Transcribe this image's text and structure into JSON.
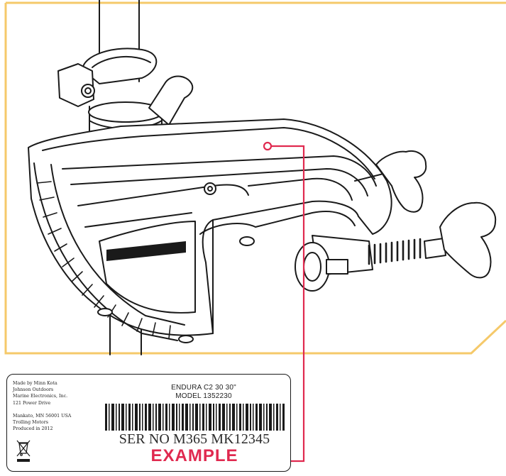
{
  "label": {
    "manufacturer_lines": "Made by Minn Kota\nJohnson Outdoors\nMarine Electronics, Inc.\n121 Power Drive\n\nMankato, MN 56001 USA\nTrolling Motors\nProduced in 2012",
    "model_name": "ENDURA C2 30 30\"",
    "model_number": "MODEL 1352230",
    "serial_number": "SER NO M365 MK12345",
    "watermark": "EXAMPLE"
  },
  "colors": {
    "frame_accent": "#f5c96a",
    "callout": "#e0294f",
    "line_art": "#1a1a1a"
  },
  "icons": {
    "disposal": "crossed-out-wheelie-bin-icon"
  }
}
